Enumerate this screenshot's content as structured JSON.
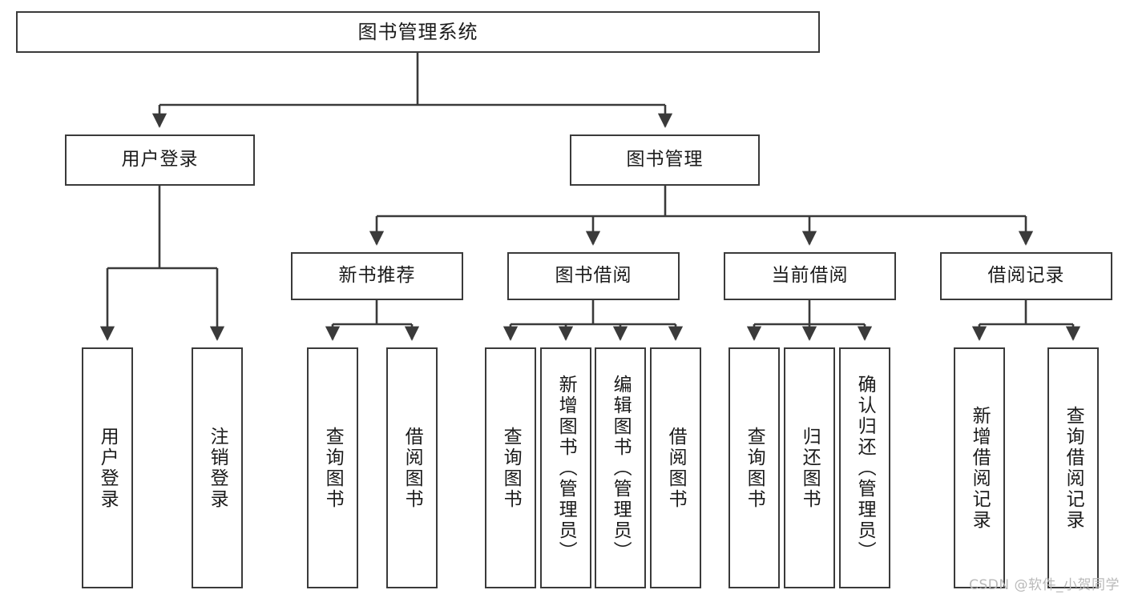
{
  "diagram": {
    "title_node": {
      "label": "图书管理系统"
    },
    "level1": [
      {
        "id": "user-login",
        "label": "用户登录"
      },
      {
        "id": "book-manage",
        "label": "图书管理"
      }
    ],
    "level2": [
      {
        "id": "new-book-recommend",
        "label": "新书推荐"
      },
      {
        "id": "book-borrow",
        "label": "图书借阅"
      },
      {
        "id": "current-borrow",
        "label": "当前借阅"
      },
      {
        "id": "borrow-record",
        "label": "借阅记录"
      }
    ],
    "leaves": [
      {
        "id": "leaf-user-login",
        "label": "用户登录",
        "parent": "user-login"
      },
      {
        "id": "leaf-logout-login",
        "label": "注销登录",
        "parent": "user-login"
      },
      {
        "id": "leaf-query-book-1",
        "label": "查询图书",
        "parent": "new-book-recommend"
      },
      {
        "id": "leaf-borrow-book-1",
        "label": "借阅图书",
        "parent": "new-book-recommend"
      },
      {
        "id": "leaf-query-book-2",
        "label": "查询图书",
        "parent": "book-borrow"
      },
      {
        "id": "leaf-add-book",
        "label": "新增图书（管理员）",
        "parent": "book-borrow"
      },
      {
        "id": "leaf-edit-book",
        "label": "编辑图书（管理员）",
        "parent": "book-borrow"
      },
      {
        "id": "leaf-borrow-book-2",
        "label": "借阅图书",
        "parent": "book-borrow"
      },
      {
        "id": "leaf-query-book-3",
        "label": "查询图书",
        "parent": "current-borrow"
      },
      {
        "id": "leaf-return-book",
        "label": "归还图书",
        "parent": "current-borrow"
      },
      {
        "id": "leaf-confirm-return",
        "label": "确认归还（管理员）",
        "parent": "current-borrow"
      },
      {
        "id": "leaf-add-record",
        "label": "新增借阅记录",
        "parent": "borrow-record"
      },
      {
        "id": "leaf-query-record",
        "label": "查询借阅记录",
        "parent": "borrow-record"
      }
    ],
    "watermark": "CSDN @软件_小贺同学",
    "colors": {
      "stroke": "#3a3a3a",
      "text": "#1b1b1b",
      "background": "#ffffff",
      "watermark": "#b9b9b9"
    }
  }
}
